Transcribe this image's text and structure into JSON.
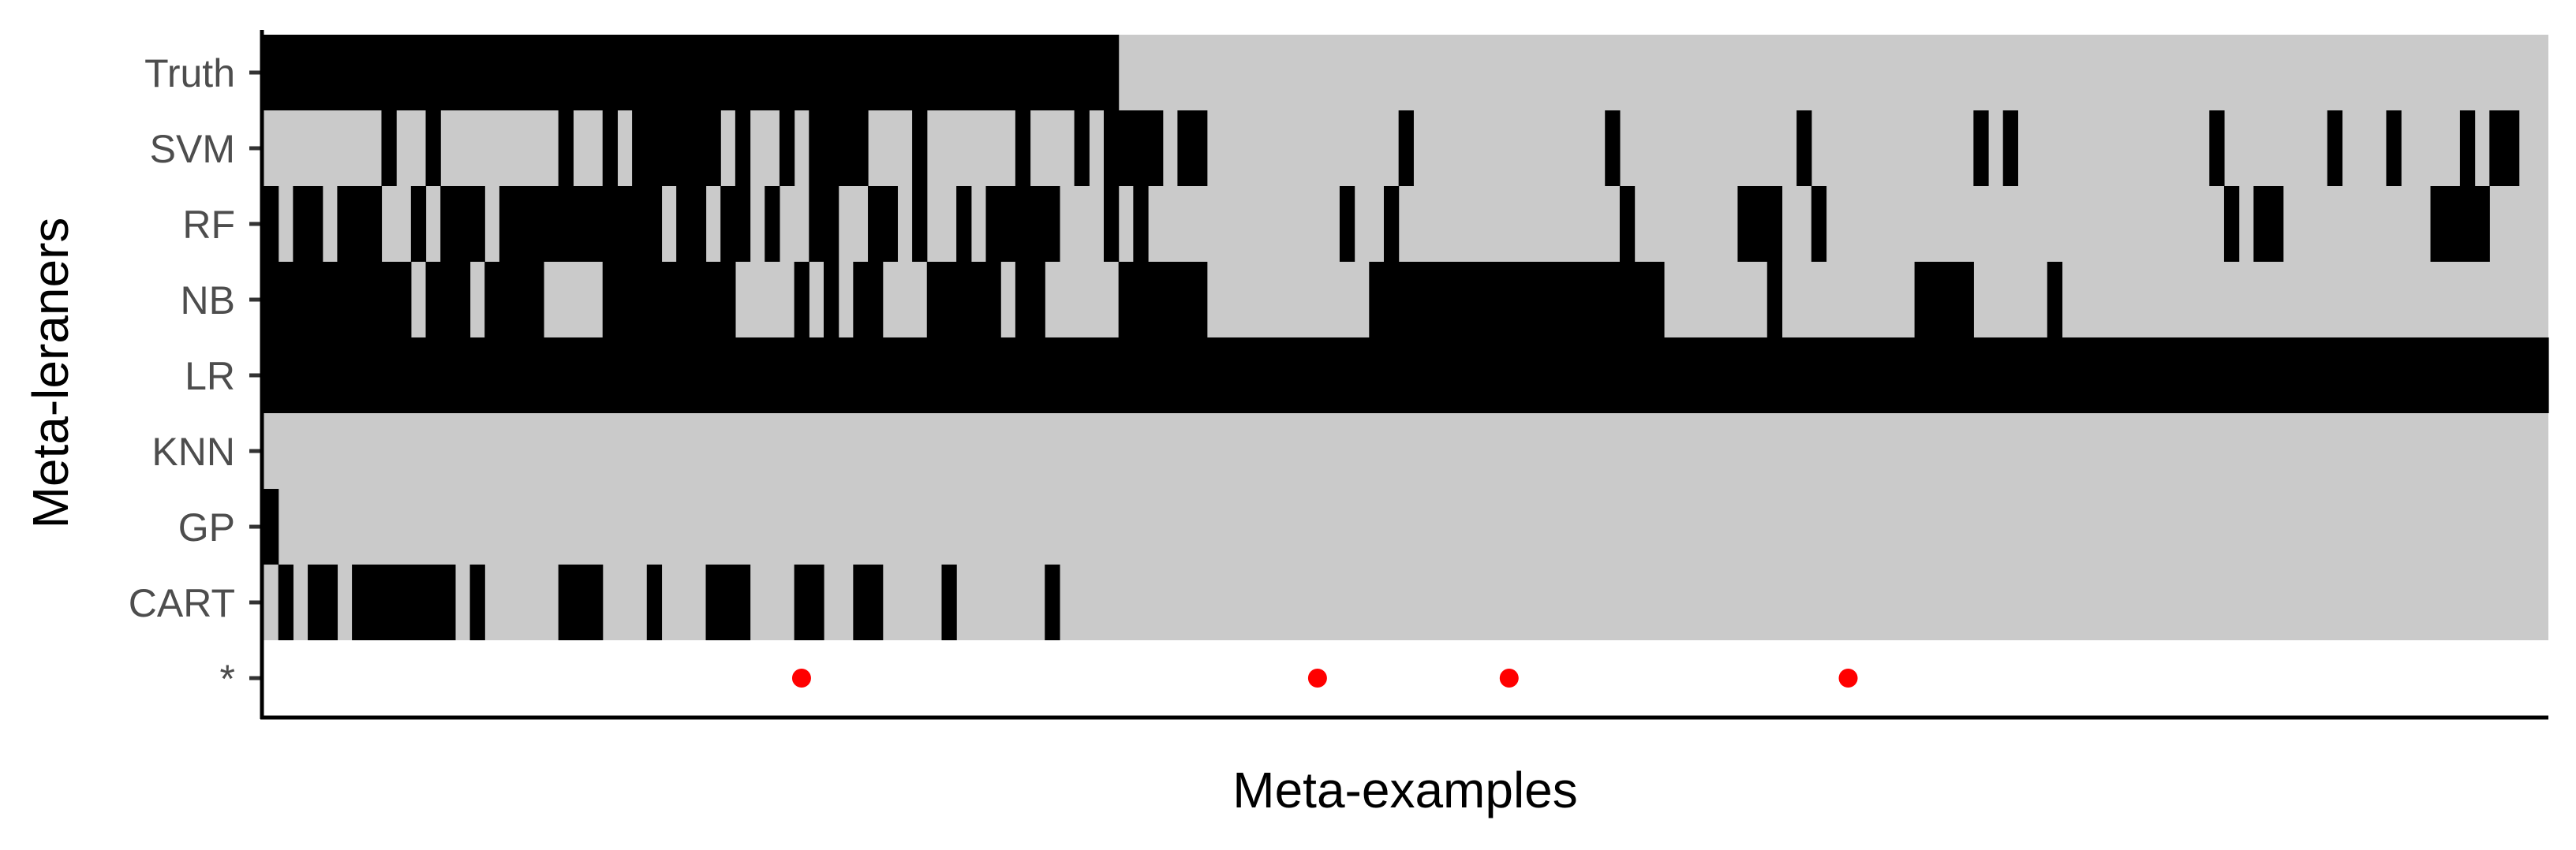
{
  "chart_data": {
    "type": "heatmap",
    "xlabel": "Meta-examples",
    "ylabel": "Meta-leraners",
    "rows": [
      "Truth",
      "SVM",
      "RF",
      "NB",
      "LR",
      "KNN",
      "GP",
      "CART"
    ],
    "marker_row_label": "*",
    "n_examples": 155,
    "value_legend": {
      "1": "black",
      "0": "light gray"
    },
    "colors": {
      "one": "#000000",
      "zero": "#cacaca",
      "marker": "#ff0000",
      "background": "#ffffff"
    },
    "grid": false,
    "legend": "none",
    "values": {
      "Truth": "11111111111111111111111111111111111111111111111111111111110000000000000000000000000000000000000000000000000000000000000000000000000000000000000000000000000",
      "SVM": "00000000100100000000100101111110100101111000100000010001011110110000000000000100000000000001000000000000100000000000101000000000000010000000100010000101100",
      "RF": "10110111001011101111111111101101101001100110100101111100010100000000000001001000000000000000100000001110010000000000000000000000000001011000000000011110000",
      "NB": "11111111110111011110000111111111000010101100011111011000001111110000000000011111111111111111111000000010000000001111000001000000000000000000000000000000000",
      "LR": "11111111111111111111111111111111111111111111111111111111111111111111111111111111111111111111111111111111111111111111111111111111111111111111111111111111111",
      "KNN": "00000000000000000000000000000000000000000000000000000000000000000000000000000000000000000000000000000000000000000000000000000000000000000000000000000000000",
      "GP": "10000000000000000000000000000000000000000000000000000000000000000000000000000000000000000000000000000000000000000000000000000000000000000000000000000000000",
      "CART": "01011011111110100000111000100011100011001100001000000100000000000000000000000000000000000000000000000000000000000000000000000000000000000000000000000000000"
    },
    "marked_examples": [
      36,
      71,
      84,
      107
    ]
  }
}
